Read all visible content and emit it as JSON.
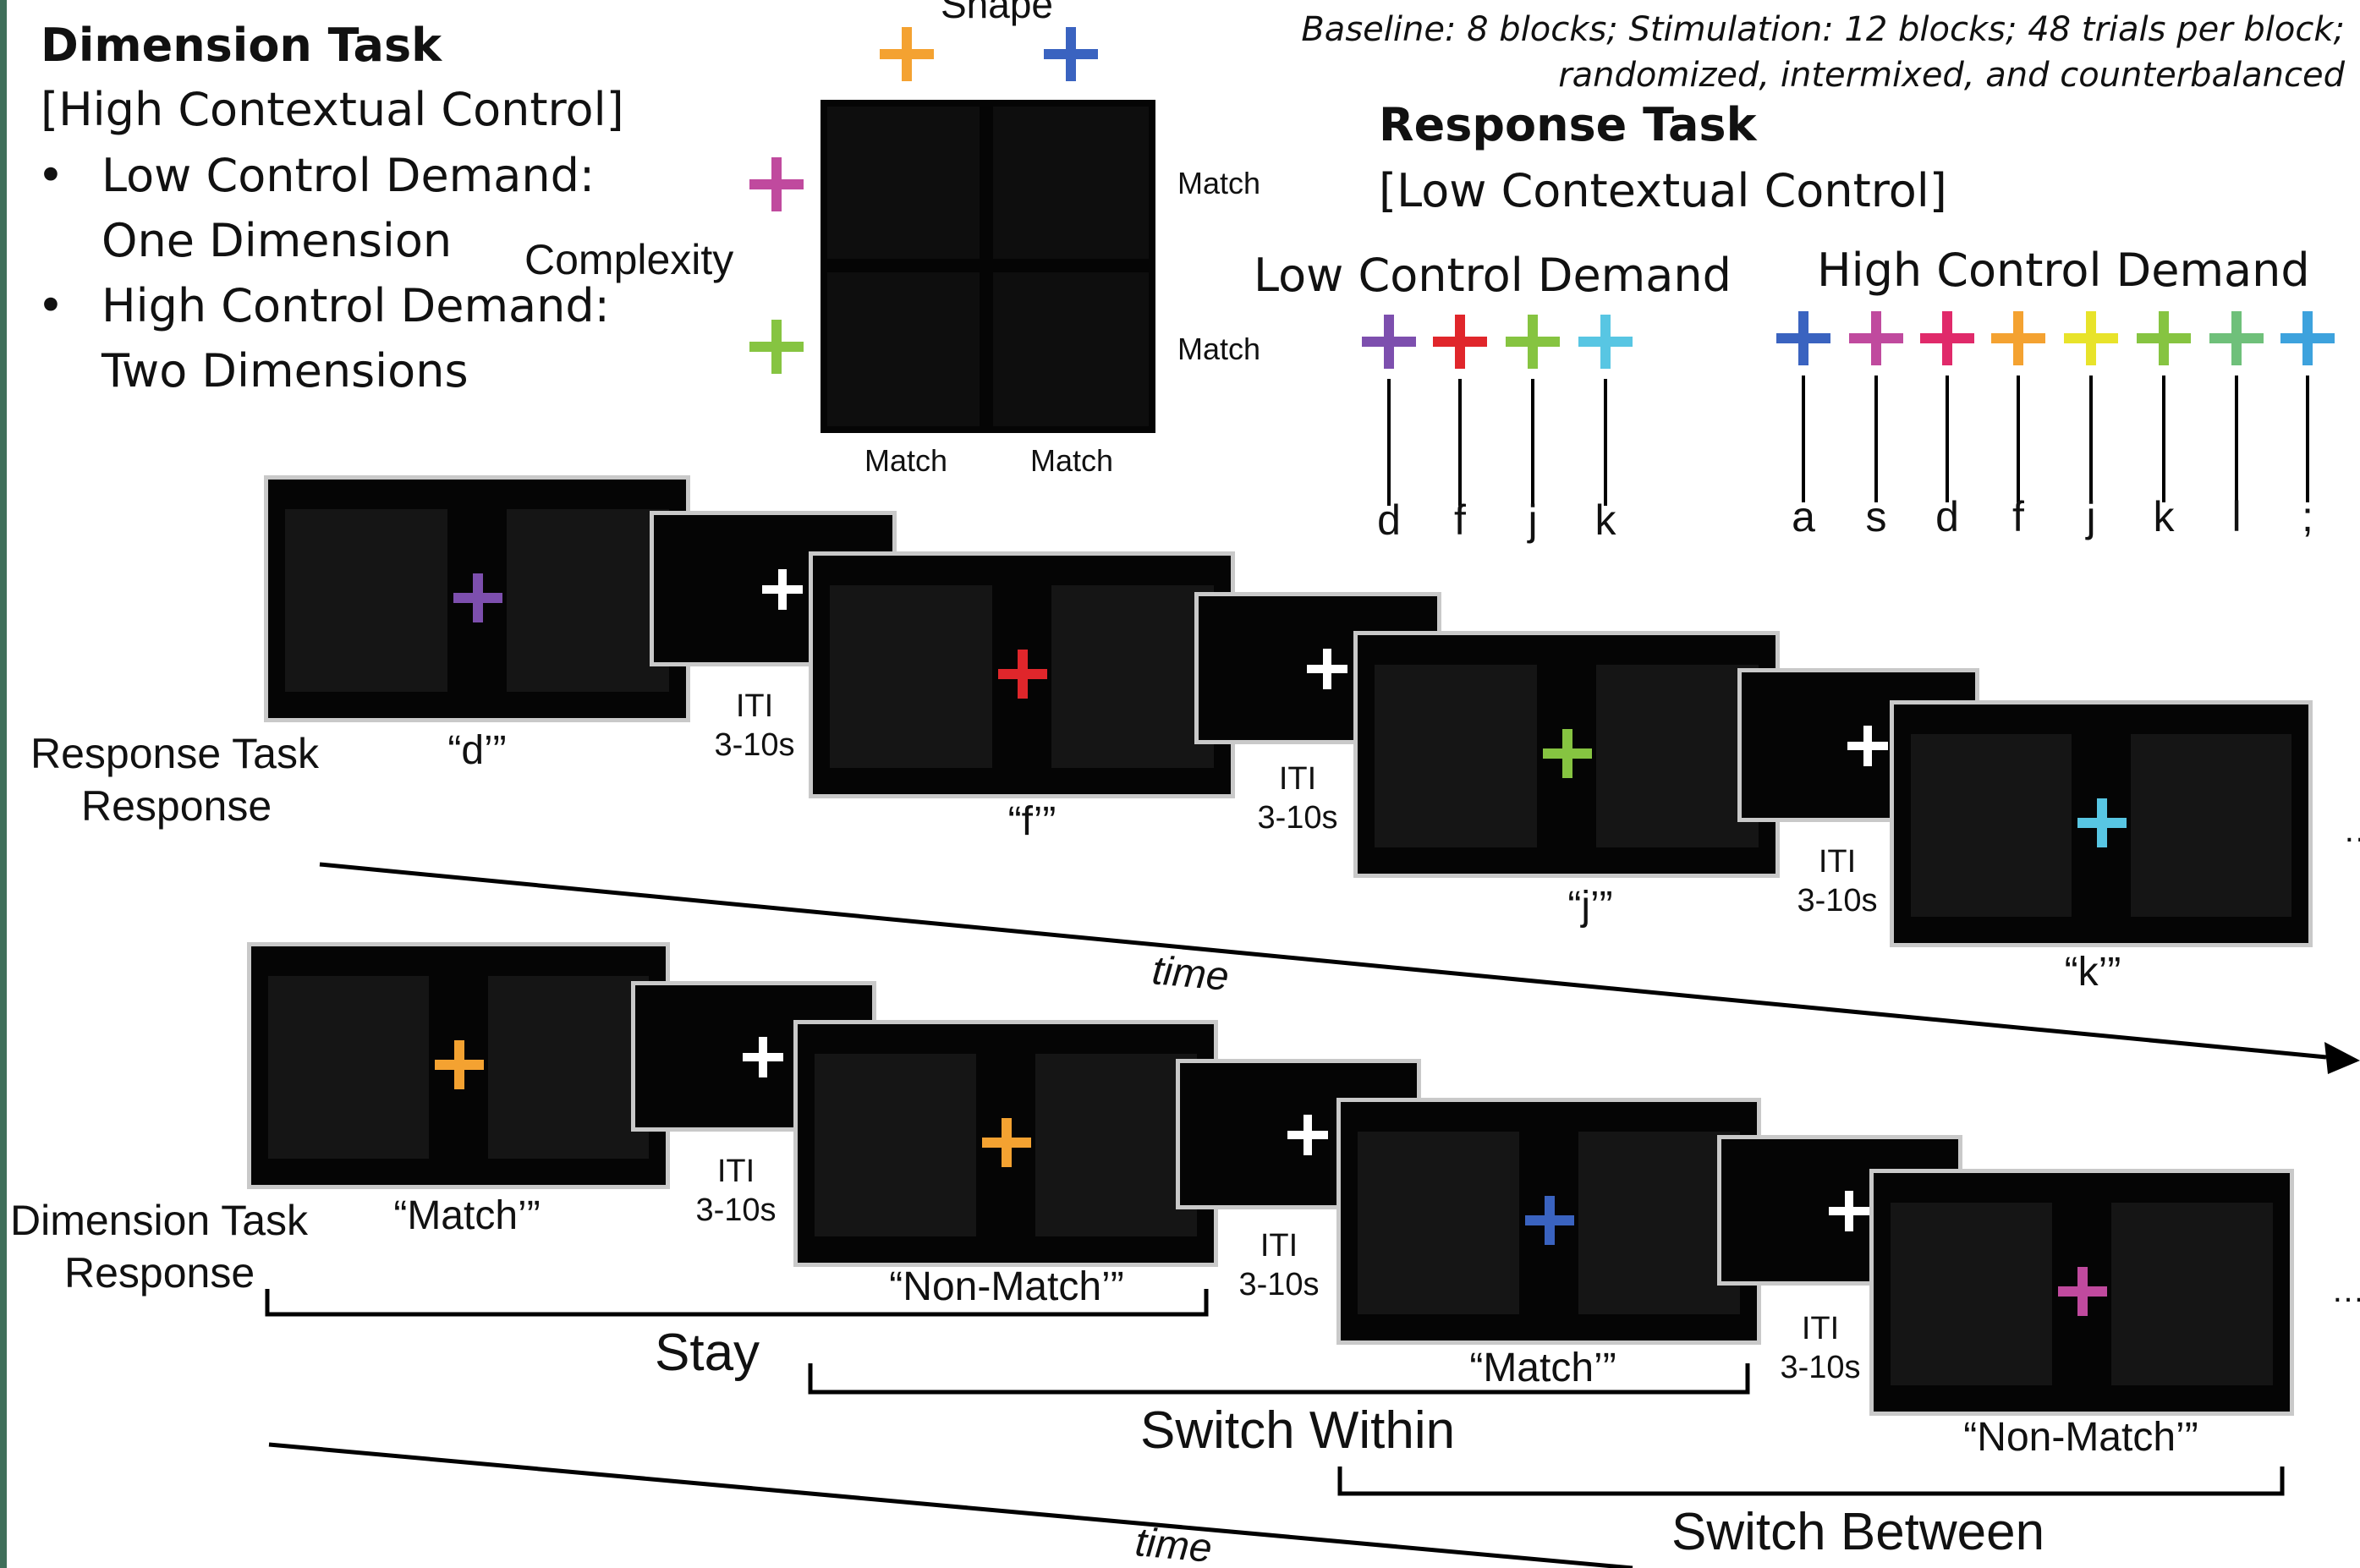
{
  "dimension_task": {
    "title": "Dimension Task",
    "subtitle": "[High Contextual Control]",
    "bullet1_line1": "Low Control Demand:",
    "bullet1_line2": "One Dimension",
    "bullet2_line1": "High Control Demand:",
    "bullet2_line2": "Two Dimensions",
    "bullet_symbol": "•"
  },
  "stimulus_grid": {
    "top_label": "Shape",
    "side_label": "Complexity",
    "right_labels": [
      "Match",
      "Match"
    ],
    "bottom_labels": [
      "Match",
      "Match"
    ]
  },
  "baseline_note": {
    "line1": "Baseline: 8 blocks; Stimulation: 12 blocks; 48 trials per block;",
    "line2": "randomized, intermixed, and counterbalanced"
  },
  "response_task": {
    "title": "Response Task",
    "subtitle": "[Low Contextual Control]",
    "low_demand_label": "Low Control  Demand",
    "high_demand_label": "High Control Demand",
    "low_keys": [
      "d",
      "f",
      "j",
      "k"
    ],
    "high_keys": [
      "a",
      "s",
      "d",
      "f",
      "j",
      "k",
      "l",
      ";"
    ]
  },
  "row1": {
    "row_label_line1": "Response Task",
    "row_label_line2": "Response",
    "captions": [
      "“d’”",
      "“f’”",
      "“j’”",
      "“k’”"
    ],
    "iti_label": "ITI",
    "iti_duration": "3-10s",
    "time_label": "time"
  },
  "row2": {
    "row_label_line1": "Dimension Task",
    "row_label_line2": "Response",
    "captions": [
      "“Match’”",
      "“Non-Match’”",
      "“Match’”",
      "“Non-Match’”"
    ],
    "iti_label": "ITI",
    "iti_duration": "3-10s",
    "brackets": [
      "Stay",
      "Switch Within",
      "Switch Between"
    ],
    "time_label": "time"
  },
  "colors": {
    "purple": "#7d4fae",
    "red": "#e0262b",
    "green": "#86c441",
    "cyan": "#58c6e3",
    "blue": "#3a63c0",
    "magenta": "#c04a9e",
    "orange": "#f4a231",
    "yellow": "#e8e32a",
    "lightgreen": "#6fc07a",
    "lightblue": "#3da2dd",
    "white": "#ffffff",
    "sidebar": "#3f6f5a"
  },
  "ellipsis": "…"
}
